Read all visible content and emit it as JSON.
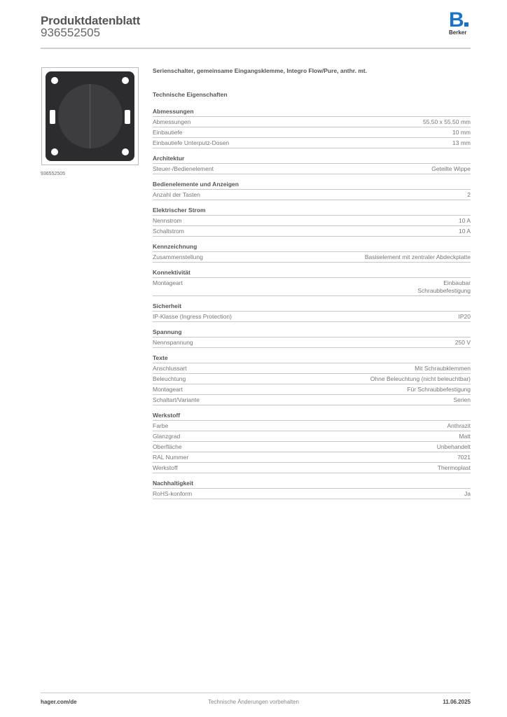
{
  "header": {
    "title": "Produktdatenblatt",
    "article_number": "936552505",
    "logo_text": "Berker",
    "logo_letter": "B",
    "brand_color": "#1a73c7"
  },
  "product_image": {
    "caption": "936552505"
  },
  "main": {
    "description": "Serienschalter, gemeinsame Eingangsklemme, Integro Flow/Pure, anthr. mt.",
    "tech_title": "Technische Eigenschaften",
    "sections": [
      {
        "title": "Abmessungen",
        "rows": [
          {
            "label": "Abmessungen",
            "value": "55.50 x 55.50 mm"
          },
          {
            "label": "Einbautiefe",
            "value": "10 mm"
          },
          {
            "label": "Einbautiefe Unterputz-Dosen",
            "value": "13 mm"
          }
        ]
      },
      {
        "title": "Architektur",
        "rows": [
          {
            "label": "Steuer-/Bedienelement",
            "value": "Geteilte Wippe"
          }
        ]
      },
      {
        "title": "Bedienelemente und Anzeigen",
        "rows": [
          {
            "label": "Anzahl der Tasten",
            "value": "2"
          }
        ]
      },
      {
        "title": "Elektrischer Strom",
        "rows": [
          {
            "label": "Nennstrom",
            "value": "10 A"
          },
          {
            "label": "Schaltstrom",
            "value": "10 A"
          }
        ]
      },
      {
        "title": "Kennzeichnung",
        "rows": [
          {
            "label": "Zusammenstellung",
            "value": "Basiselement mit zentraler Abdeckplatte"
          }
        ]
      },
      {
        "title": "Konnektivität",
        "rows": [
          {
            "label": "Montageart",
            "value": "Einbaubar\nSchraubbefestigung"
          }
        ]
      },
      {
        "title": "Sicherheit",
        "rows": [
          {
            "label": "IP-Klasse (Ingress Protection)",
            "value": "IP20"
          }
        ]
      },
      {
        "title": "Spannung",
        "rows": [
          {
            "label": "Nennspannung",
            "value": "250 V"
          }
        ]
      },
      {
        "title": "Texte",
        "rows": [
          {
            "label": "Anschlussart",
            "value": "Mit Schraubklemmen"
          },
          {
            "label": "Beleuchtung",
            "value": "Ohne Beleuchtung (nicht beleuchtbar)"
          },
          {
            "label": "Montageart",
            "value": "Für Schraubbefestigung"
          },
          {
            "label": "Schaltart/Variante",
            "value": "Serien"
          }
        ]
      },
      {
        "title": "Werkstoff",
        "rows": [
          {
            "label": "Farbe",
            "value": "Anthrazit"
          },
          {
            "label": "Glanzgrad",
            "value": "Matt"
          },
          {
            "label": "Oberfläche",
            "value": "Unbehandelt"
          },
          {
            "label": "RAL Nummer",
            "value": "7021"
          },
          {
            "label": "Werkstoff",
            "value": "Thermoplast"
          }
        ]
      },
      {
        "title": "Nachhaltigkeit",
        "rows": [
          {
            "label": "RoHS-konform",
            "value": "Ja"
          }
        ]
      }
    ]
  },
  "footer": {
    "website": "hager.com/de",
    "notice": "Technische Änderungen vorbehalten",
    "date": "11.06.2025"
  }
}
